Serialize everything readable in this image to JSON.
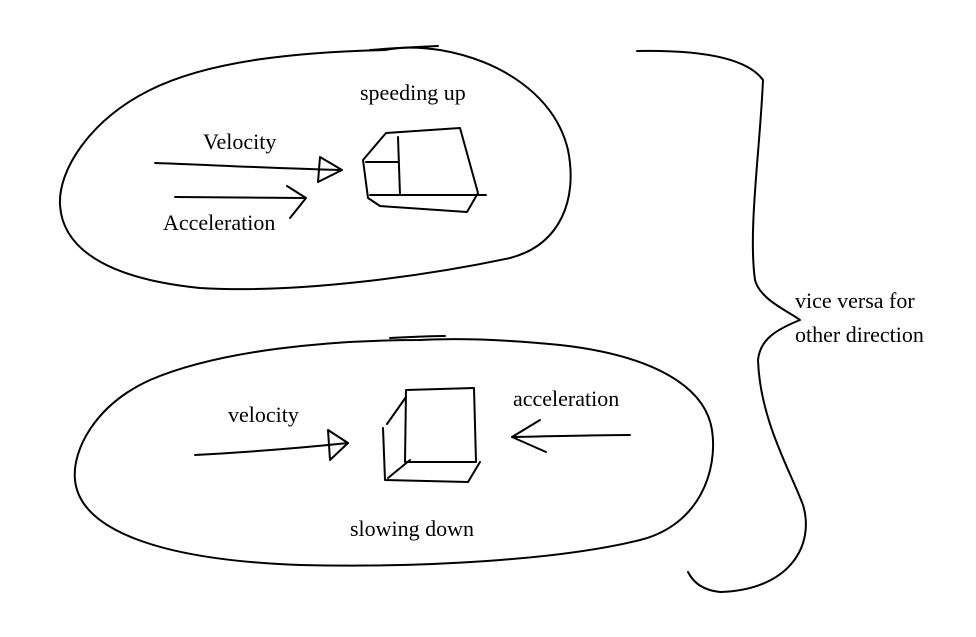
{
  "top_group": {
    "caption": "speeding up",
    "velocity_label": "Velocity",
    "acceleration_label": "Acceleration"
  },
  "bottom_group": {
    "caption": "slowing down",
    "velocity_label": "velocity",
    "acceleration_label": "acceleration"
  },
  "brace_note": {
    "line1": "vice versa for",
    "line2": "other direction"
  }
}
